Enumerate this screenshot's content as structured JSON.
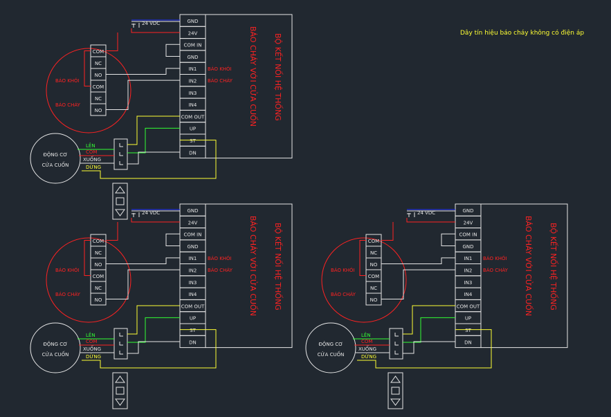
{
  "title": "Dây tín hiệu báo cháy không có điện áp",
  "supply_label": "24 VDC",
  "terminals": [
    "GND",
    "24V",
    "COM IN",
    "GND",
    "IN1",
    "IN2",
    "IN3",
    "IN4",
    "COM OUT",
    "UP",
    "ST",
    "DN"
  ],
  "controller_title_1": "BỘ KẾT NỐI HỆ THỐNG",
  "controller_title_2": "BÁO CHÁY VỚI CỬA CUỐN",
  "in_labels": {
    "in1": "BÁO KHÓI",
    "in2": "BÁO CHÁY"
  },
  "alarm_contacts": [
    "COM",
    "NC",
    "NO",
    "COM",
    "NC",
    "NO"
  ],
  "alarm_labels": {
    "smoke": "BÁO KHÓI",
    "fire": "BÁO CHÁY"
  },
  "motor": {
    "line1": "ĐỘNG CƠ",
    "line2": "CỬA CUỐN"
  },
  "motor_wires": [
    "LÊN",
    "COM",
    "XUỐNG",
    "DỪNG"
  ],
  "remote_buttons": [
    "up-arrow",
    "stop-square",
    "down-arrow"
  ],
  "colors": {
    "background": "#212830",
    "white": "#e6e6e6",
    "red": "#ff2222",
    "yellow": "#ffff33",
    "green": "#33ff33",
    "blue": "#2233ff",
    "title": "#ffff33"
  }
}
